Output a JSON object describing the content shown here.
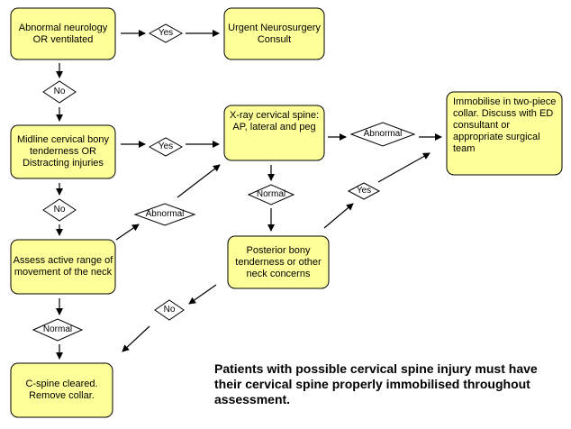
{
  "boxes": {
    "abnormal_neurology": "Abnormal neurology OR ventilated",
    "urgent_neurosurgery": "Urgent Neurosurgery Consult",
    "midline_tenderness": "Midline cervical bony tenderness OR Distracting injuries",
    "xray": "X-ray cervical spine: AP, lateral and peg",
    "immobilise": "Immobilise in two-piece collar. Discuss with ED consultant or appropriate surgical team",
    "assess_range": "Assess active range of movement of the neck",
    "posterior_tenderness": "Posterior bony tenderness or other neck concerns",
    "cspine_cleared": "C-spine cleared. Remove collar."
  },
  "decisions": {
    "yes_1": "Yes",
    "no_1": "No",
    "yes_2": "Yes",
    "no_2": "No",
    "abnormal_1": "Abnormal",
    "abnormal_2": "Abnormal",
    "normal_1": "Normal",
    "yes_3": "Yes",
    "no_3": "No",
    "normal_2": "Normal"
  },
  "note": "Patients with possible cervical spine injury must have their cervical spine properly immobilised throughout assessment.",
  "colors": {
    "box_fill": "#FFFF99",
    "stroke": "#000000"
  }
}
